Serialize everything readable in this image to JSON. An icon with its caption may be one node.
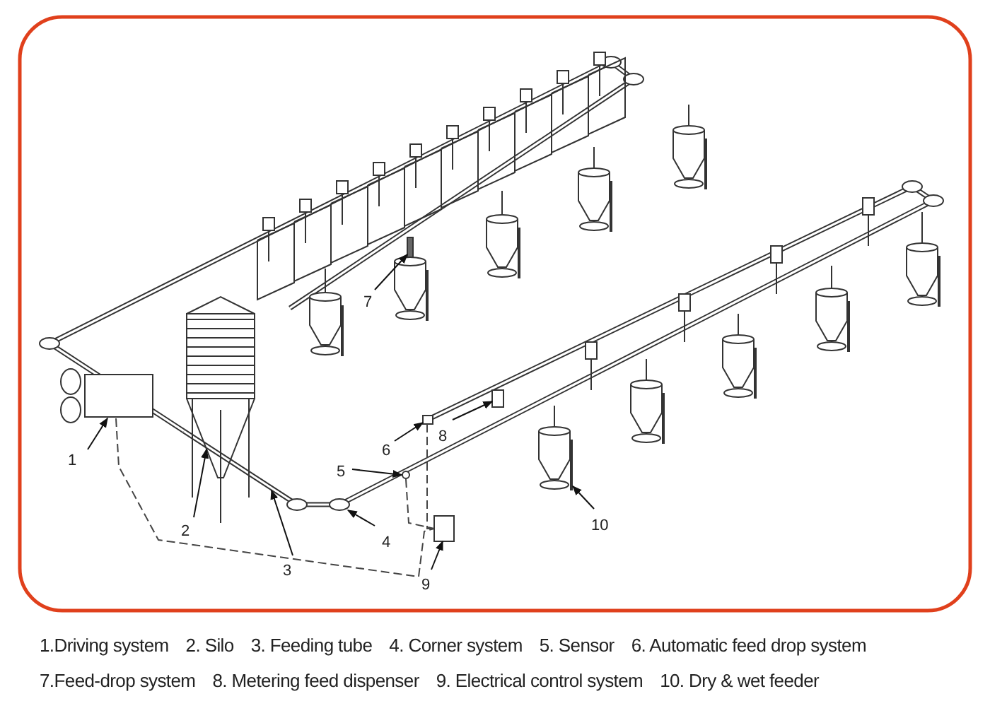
{
  "diagram": {
    "nodes": [
      {
        "text": [
          "1"
        ]
      },
      {
        "text": [
          "2"
        ]
      },
      {
        "text": [
          "3"
        ]
      },
      {
        "text": [
          "4"
        ]
      },
      {
        "text": [
          "5"
        ]
      },
      {
        "text": [
          "6"
        ]
      },
      {
        "text": [
          "7"
        ]
      },
      {
        "text": [
          "8"
        ]
      },
      {
        "text": [
          "9"
        ]
      },
      {
        "text": [
          "10"
        ]
      },
      {
        "text": [],
        "shape": "box"
      },
      {
        "text": [],
        "shape": "picture"
      },
      {
        "text": [],
        "shape": "picture"
      },
      {
        "text": [],
        "shape": "circle"
      },
      {
        "text": [],
        "shape": "circle"
      },
      {
        "text": [],
        "shape": "box"
      },
      {
        "text": [],
        "shape": "bar"
      },
      {
        "text": [],
        "shape": "box"
      },
      {
        "text": [],
        "shape": "box"
      },
      {
        "text": [],
        "shape": "picture"
      }
    ],
    "edges": [
      {
        "from": 0,
        "to": 10,
        "arrow": "to"
      },
      {
        "from": 1,
        "to": 11,
        "arrow": "to"
      },
      {
        "from": 2,
        "to": 12,
        "arrow": "to"
      },
      {
        "from": 3,
        "to": 13,
        "arrow": "to"
      },
      {
        "from": 4,
        "to": 14,
        "arrow": "to"
      },
      {
        "from": 5,
        "to": 15,
        "arrow": "to"
      },
      {
        "from": 6,
        "to": 16,
        "arrow": "to"
      },
      {
        "from": 7,
        "to": 17,
        "arrow": "to"
      },
      {
        "from": 8,
        "to": 18,
        "arrow": "to"
      },
      {
        "from": 9,
        "to": 19,
        "arrow": "to"
      },
      {
        "from": 10,
        "to": 18,
        "arrow": "none",
        "style": "dashed"
      },
      {
        "from": 14,
        "to": 18,
        "arrow": "none",
        "style": "dashed"
      },
      {
        "from": 15,
        "to": 18,
        "arrow": "none",
        "style": "dashed"
      }
    ],
    "labels": [
      "1.Driving system",
      "2. Silo",
      "3. Feeding tube",
      "4. Corner system",
      "5. Sensor",
      "6. Automatic feed drop system",
      "7.Feed-drop system",
      "8. Metering feed dispenser",
      "9. Electrical control system",
      "10. Dry & wet feeder"
    ]
  }
}
